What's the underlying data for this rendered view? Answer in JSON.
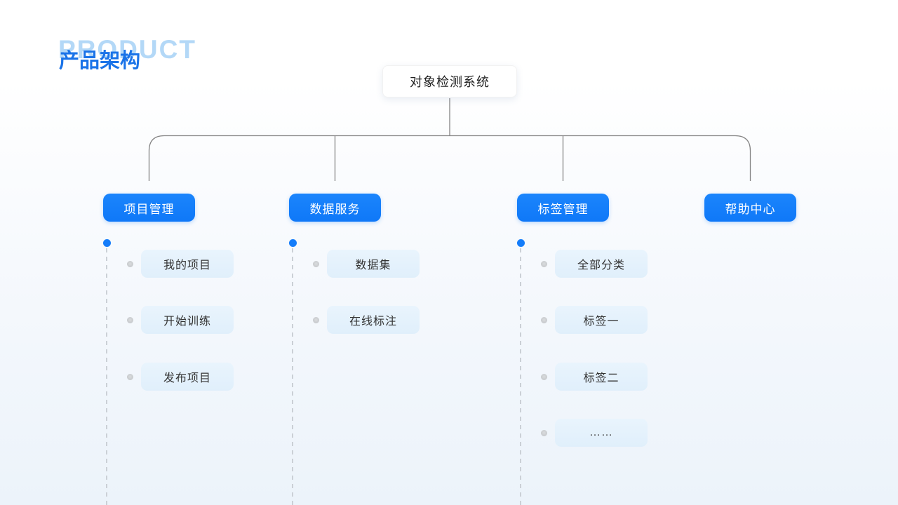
{
  "header": {
    "watermark": "PRODUCT",
    "title": "产品架构"
  },
  "root": {
    "label": "对象检测系统"
  },
  "branches": [
    {
      "label": "项目管理",
      "children": [
        "我的项目",
        "开始训练",
        "发布项目"
      ]
    },
    {
      "label": "数据服务",
      "children": [
        "数据集",
        "在线标注"
      ]
    },
    {
      "label": "标签管理",
      "children": [
        "全部分类",
        "标签一",
        "标签二",
        "……"
      ]
    },
    {
      "label": "帮助中心",
      "children": []
    }
  ],
  "colors": {
    "accent_blue": "#147dfa",
    "watermark_blue": "#b3d8f7",
    "title_blue": "#1a73e8",
    "item_bg": "#e4f1fc",
    "item_text": "#333333",
    "connector_gray": "#8a8a8a",
    "dash_gray": "#cbd0d6",
    "bullet_gray": "#c7cacd",
    "bg_bottom": "#ecf3fa"
  }
}
